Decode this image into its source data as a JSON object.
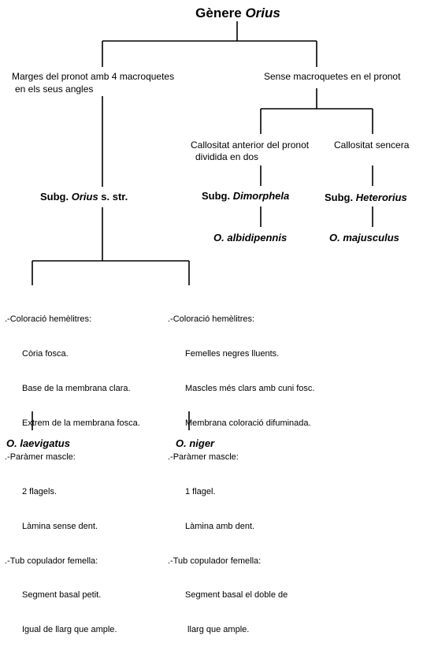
{
  "title": {
    "prefix": "Gènere ",
    "genus": "Orius"
  },
  "left_branch": {
    "label_line1": "Marges del pronot amb 4 macroquetes",
    "label_line2": "en els seus angles",
    "subgenus_prefix": "Subg. ",
    "subgenus_name": "Orius",
    "subgenus_suffix": " s. str."
  },
  "right_branch": {
    "label": "Sense macroquetes en el pronot",
    "left_child": {
      "label_line1": "Callositat anterior del pronot",
      "label_line2": "dividida en dos",
      "subgenus_prefix": "Subg. ",
      "subgenus_name": "Dimorphela",
      "species": "O. albidipennis"
    },
    "right_child": {
      "label": "Callositat sencera",
      "subgenus_prefix": "Subg. ",
      "subgenus_name": "Heterorius",
      "species": "O. majusculus"
    }
  },
  "left_species_block": {
    "lines": [
      ".-Coloració hemèlitres:",
      "Còria fosca.",
      "Base de la membrana clara.",
      "Extrem de la membrana fosca.",
      ".-Paràmer mascle:",
      "2 flagels.",
      "Làmina sense dent.",
      ".-Tub copulador femella:",
      "Segment basal petit.",
      "Igual de llarg que ample."
    ],
    "species": "O. laevigatus"
  },
  "right_species_block": {
    "lines": [
      ".-Coloració hemèlitres:",
      "Femelles negres lluents.",
      "Mascles més clars amb cuni fosc.",
      "Membrana coloració difuminada.",
      ".-Paràmer mascle:",
      "1 flagel.",
      "Làmina amb dent.",
      ".-Tub copulador femella:",
      "Segment basal el doble de",
      " llarg que ample."
    ],
    "species": "O. niger"
  }
}
